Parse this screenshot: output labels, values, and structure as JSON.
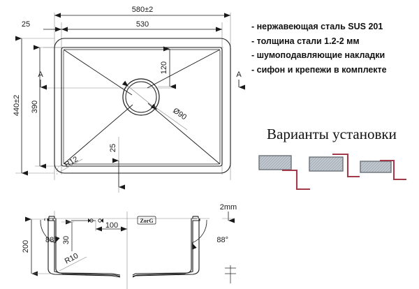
{
  "document": {
    "kind": "technical-drawing",
    "subject": "kitchen-sink",
    "brand_mark": "ZorG"
  },
  "colors": {
    "line": "#1a1a1a",
    "thin_line": "#555555",
    "accent_red": "#a33a4a",
    "hatch_fill": "#b9bfc6",
    "hatch_stroke": "#6b7178",
    "text": "#111111"
  },
  "top_view": {
    "name": "top-view",
    "dimensions": {
      "overall_width": "580±2",
      "inner_width": "530",
      "edge_offset": "25",
      "overall_height": "440±2",
      "inner_height": "390",
      "drain_offset_top": "120",
      "drain_diameter": "Ø90",
      "bottom_offset": "25",
      "corner_radius": "R12"
    },
    "section_marks": {
      "left": "A",
      "right": "A"
    }
  },
  "section_view": {
    "name": "section-view-a-a",
    "dimensions": {
      "depth": "200",
      "wall_angle_left": "88°",
      "wall_angle_right": "88°",
      "ledge_height": "30",
      "ledge_width": "100",
      "bottom_radius": "R10",
      "material_thickness": "2mm"
    }
  },
  "specs": {
    "name": "specification-list",
    "items": [
      "- нержавеющая сталь SUS 201",
      "- толщина стали 1.2-2 мм",
      "- шумоподавляющие накладки",
      "- сифон и крепежи в комплекте"
    ]
  },
  "variants": {
    "name": "installation-variants",
    "title": "Варианты установки",
    "options": [
      {
        "label": "undermount",
        "index": 1
      },
      {
        "label": "flushmount",
        "index": 2
      },
      {
        "label": "topmount",
        "index": 3
      }
    ]
  }
}
